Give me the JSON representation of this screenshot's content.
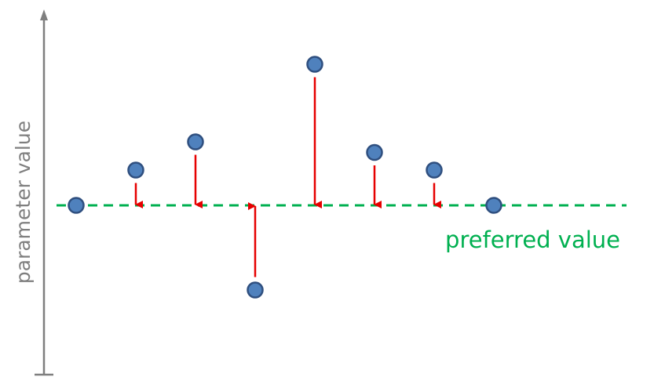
{
  "y_axis_label": "parameter value",
  "reference_label": "preferred value",
  "colors": {
    "axis": "#7f7f7f",
    "reference_line": "#00b050",
    "arrow": "#e60000",
    "point_fill": "#4f81bd",
    "point_stroke": "#2f4f7f"
  },
  "points": [
    {
      "x": 1,
      "y": 0
    },
    {
      "x": 2,
      "y": 1
    },
    {
      "x": 3,
      "y": 1.8
    },
    {
      "x": 4,
      "y": -2.4
    },
    {
      "x": 5,
      "y": 4
    },
    {
      "x": 6,
      "y": 1.5
    },
    {
      "x": 7,
      "y": 1
    },
    {
      "x": 8,
      "y": 0
    }
  ],
  "reference_value": 0
}
